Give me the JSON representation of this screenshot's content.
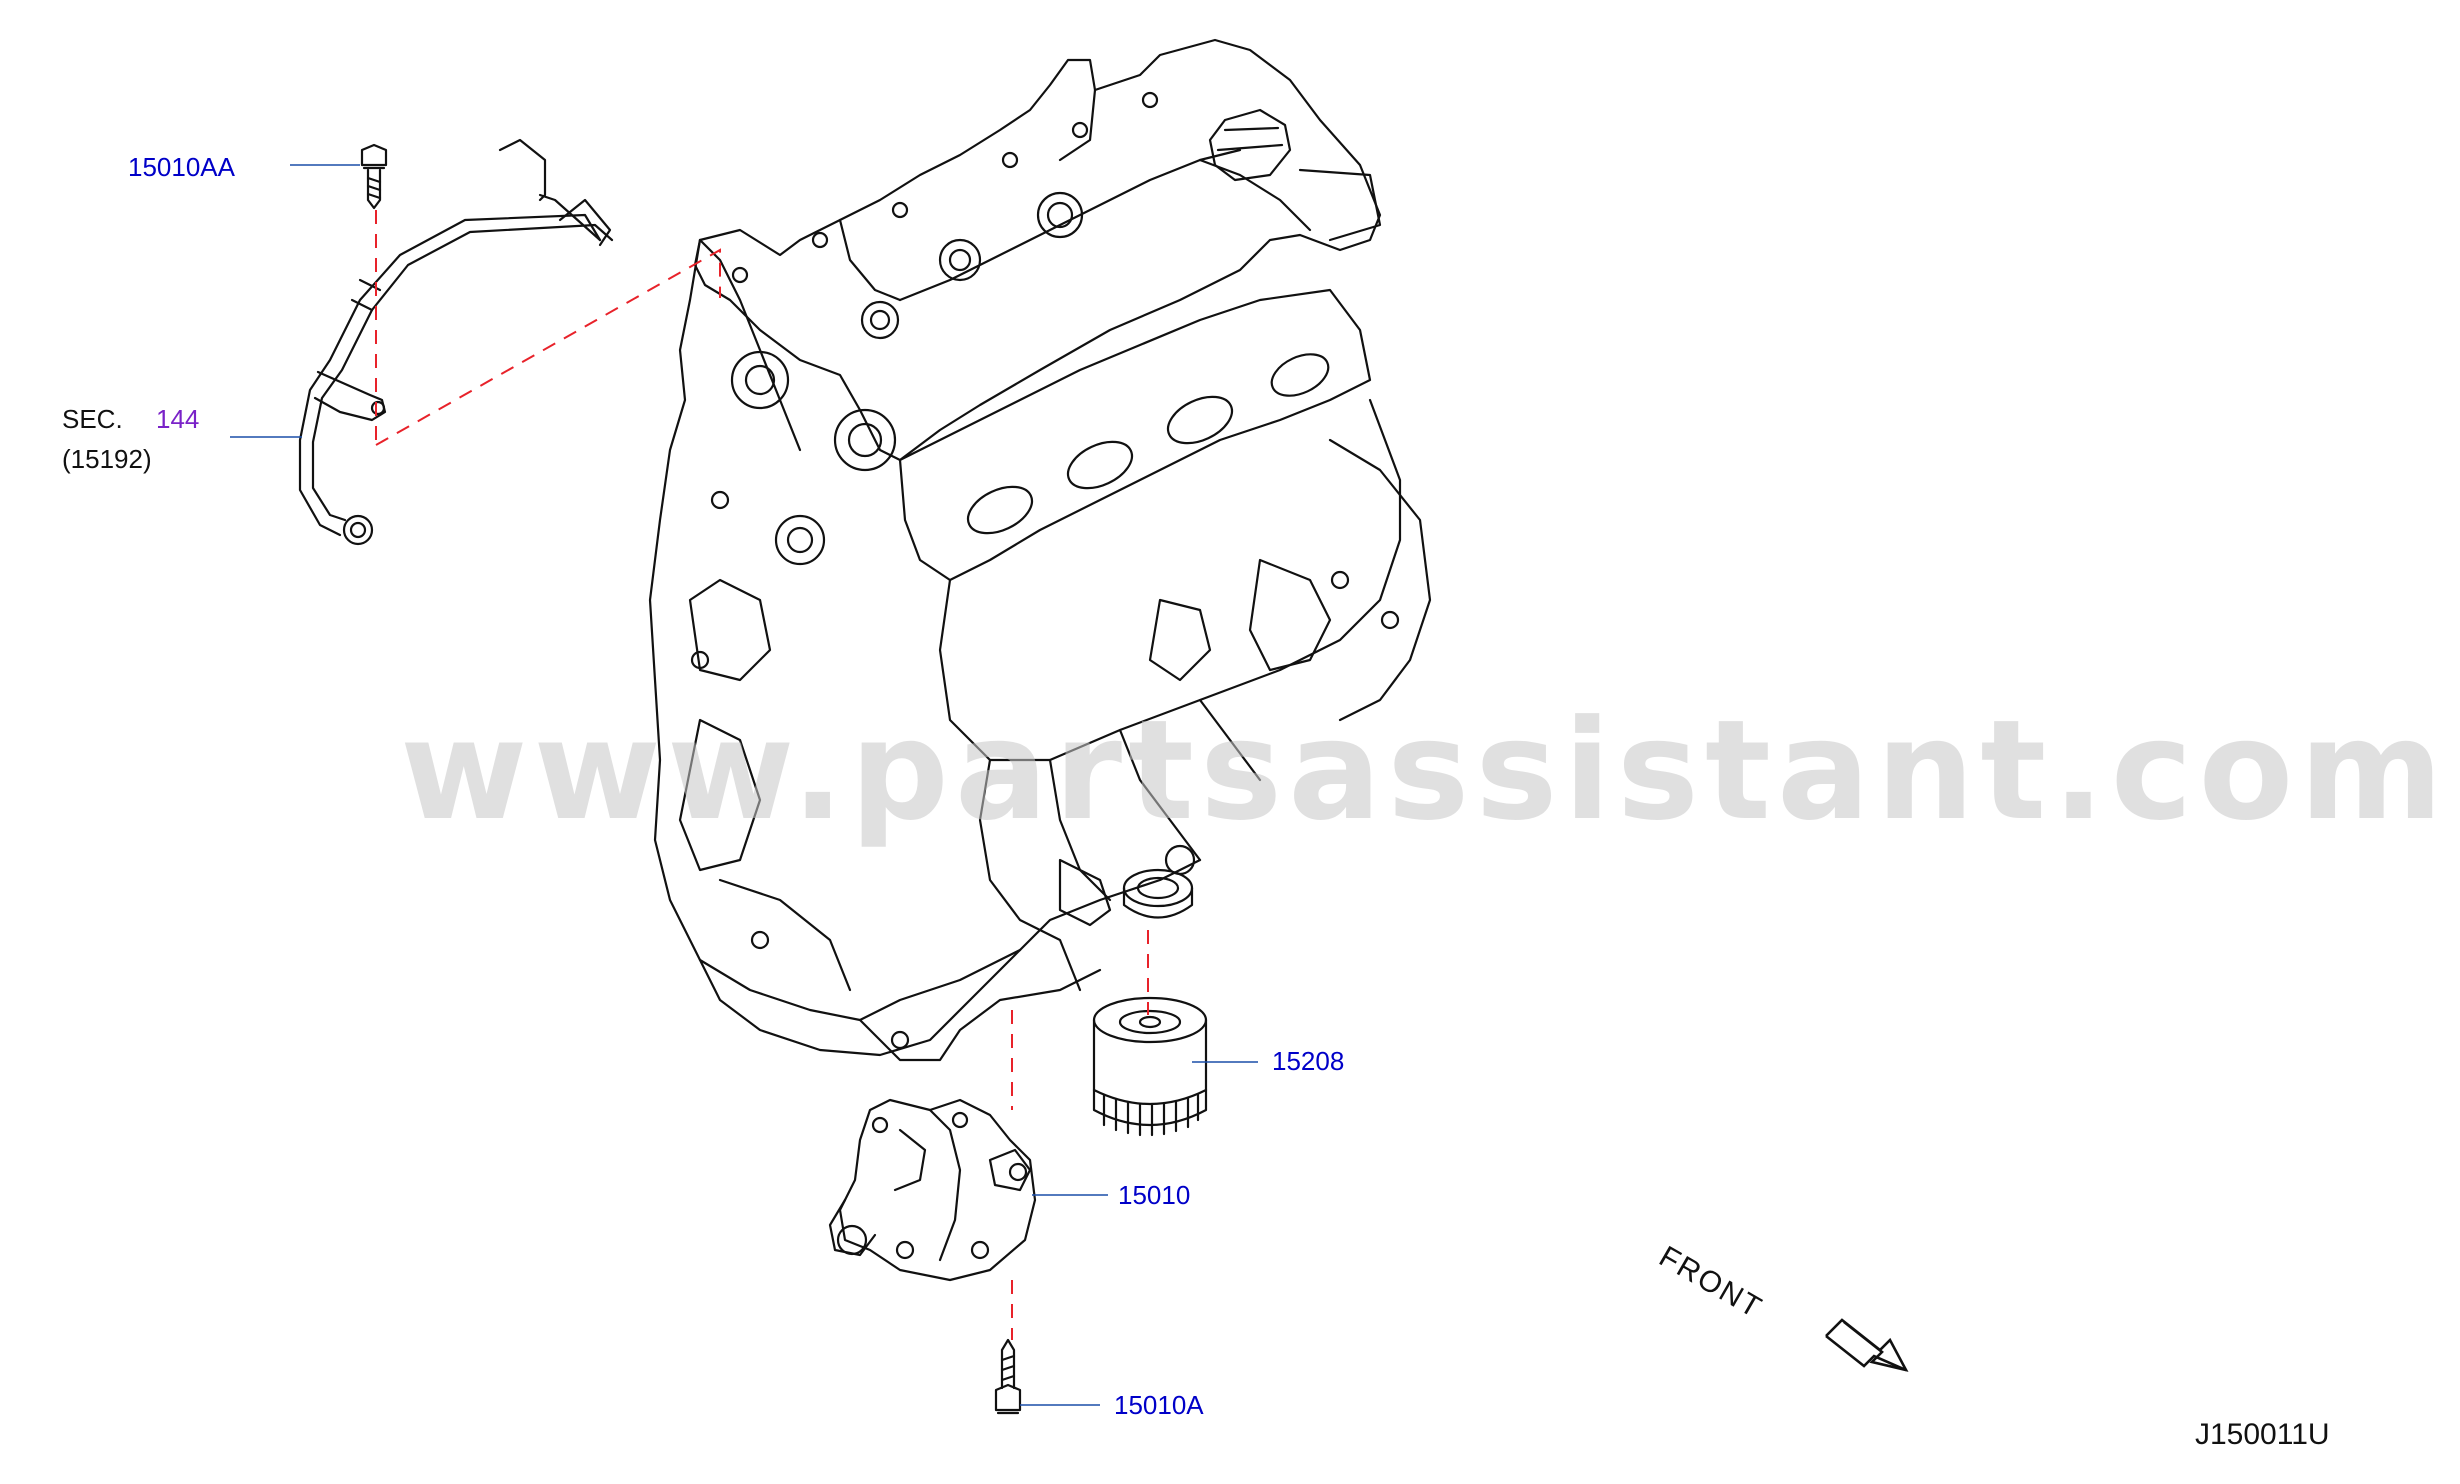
{
  "callouts": {
    "bolt_upper": "15010AA",
    "sec_prefix": "SEC.",
    "sec_number": "144",
    "sec_part": "(15192)",
    "oil_filter": "15208",
    "oil_pump": "15010",
    "bolt_lower": "15010A"
  },
  "front_label": "FRONT",
  "diagram_id": "J150011U",
  "watermark": "www.partsassistant.com",
  "colors": {
    "part_number": "#0000c8",
    "section_number": "#7a22c8",
    "leader_dash": "#e8222a",
    "line_art": "#111111"
  },
  "icons": [
    "front-arrow-icon"
  ]
}
